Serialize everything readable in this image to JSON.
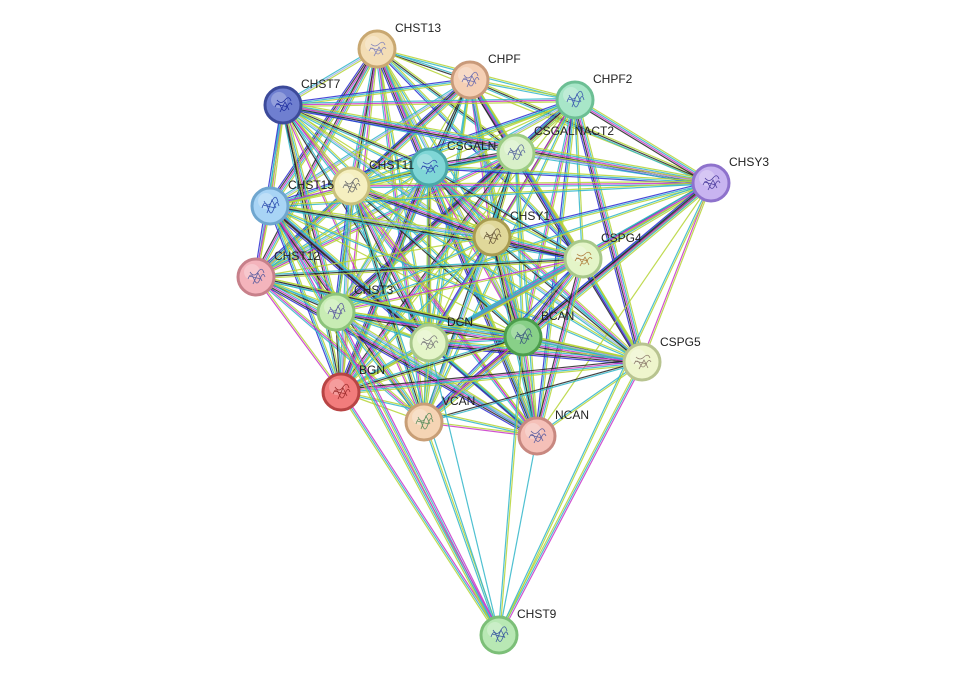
{
  "network": {
    "nodes": [
      {
        "id": "CHST13",
        "label": "CHST13",
        "color": "#f3ddb5",
        "border": "#c9a871",
        "glyph": "#8888bb"
      },
      {
        "id": "CHPF",
        "label": "CHPF",
        "color": "#f5cfb4",
        "border": "#c99a7a",
        "glyph": "#7070b0"
      },
      {
        "id": "CHPF2",
        "label": "CHPF2",
        "color": "#a8e6c8",
        "border": "#6cbf94",
        "glyph": "#4060b0"
      },
      {
        "id": "CHST7",
        "label": "CHST7",
        "color": "#6f7fd0",
        "border": "#3c4a9a",
        "glyph": "#2030a0"
      },
      {
        "id": "CSGALNACT2",
        "label": "CSGALNACT2",
        "color": "#d8f0c8",
        "border": "#9ccc84",
        "glyph": "#6070a0"
      },
      {
        "id": "CSGALNACT1",
        "label": "CSGALN",
        "color": "#7fd6d6",
        "border": "#4aa8a8",
        "glyph": "#3050b0"
      },
      {
        "id": "CHST11",
        "label": "CHST11",
        "color": "#f5efc0",
        "border": "#c9c07c",
        "glyph": "#707070"
      },
      {
        "id": "CHST15",
        "label": "CHST15",
        "color": "#a8d4f5",
        "border": "#6fa6cf",
        "glyph": "#3050b0"
      },
      {
        "id": "CHSY3",
        "label": "CHSY3",
        "color": "#c8b4f0",
        "border": "#8e72cc",
        "glyph": "#5040a0"
      },
      {
        "id": "CHSY1",
        "label": "CHSY1",
        "color": "#e0d89a",
        "border": "#a89c50",
        "glyph": "#706040"
      },
      {
        "id": "CSPG4",
        "label": "CSPG4",
        "color": "#e4f5c8",
        "border": "#a8c88a",
        "glyph": "#b08040"
      },
      {
        "id": "CHST12",
        "label": "CHST12",
        "color": "#f4b4bc",
        "border": "#c7808a",
        "glyph": "#6060a0"
      },
      {
        "id": "CHST3",
        "label": "CHST3",
        "color": "#c8ecb4",
        "border": "#8cc47a",
        "glyph": "#6060a0"
      },
      {
        "id": "DCN",
        "label": "DCN",
        "color": "#e4f5c8",
        "border": "#a8c88a",
        "glyph": "#808080"
      },
      {
        "id": "BCAN",
        "label": "BCAN",
        "color": "#88d088",
        "border": "#4c9e4c",
        "glyph": "#406080"
      },
      {
        "id": "CSPG5",
        "label": "CSPG5",
        "color": "#eef5cc",
        "border": "#b8c490",
        "glyph": "#908070"
      },
      {
        "id": "BGN",
        "label": "BGN",
        "color": "#f27c7c",
        "border": "#b84444",
        "glyph": "#a03030"
      },
      {
        "id": "VCAN",
        "label": "VCAN",
        "color": "#f5d4b4",
        "border": "#c89e76",
        "glyph": "#609060"
      },
      {
        "id": "NCAN",
        "label": "NCAN",
        "color": "#f5c0b8",
        "border": "#c88880",
        "glyph": "#6060a0"
      },
      {
        "id": "CHST9",
        "label": "CHST9",
        "color": "#b8e8b4",
        "border": "#7cbf78",
        "glyph": "#4060a0"
      }
    ],
    "edge_colors": {
      "text_mining": "#b5d334",
      "coexpression": "#222222",
      "database": "#2fb5c9",
      "experiments": "#c832c8",
      "neighborhood": "#2a2ad0",
      "homology": "#9fb0e8"
    }
  }
}
